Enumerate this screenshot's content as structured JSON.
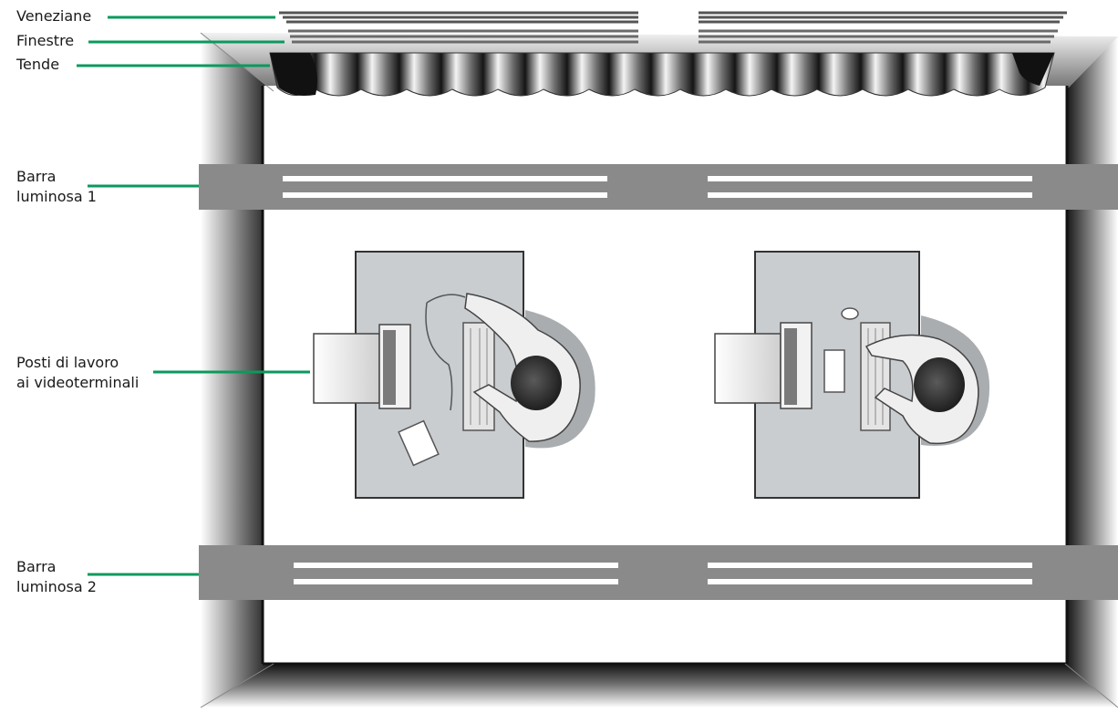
{
  "labels": {
    "veneziane": "Veneziane",
    "finestre": "Finestre",
    "tende": "Tende",
    "barra1_line1": "Barra",
    "barra1_line2": "luminosa 1",
    "posti_line1": "Posti di lavoro",
    "posti_line2": "ai videoterminali",
    "barra2_line1": "Barra",
    "barra2_line2": "luminosa 2"
  },
  "colors": {
    "leader": "#0a9a5c",
    "wall_dark": "#1e1e1e",
    "light_bar": "#8a8a8a",
    "desk": "#c9cdd0",
    "shadow": "#a9adb0"
  }
}
